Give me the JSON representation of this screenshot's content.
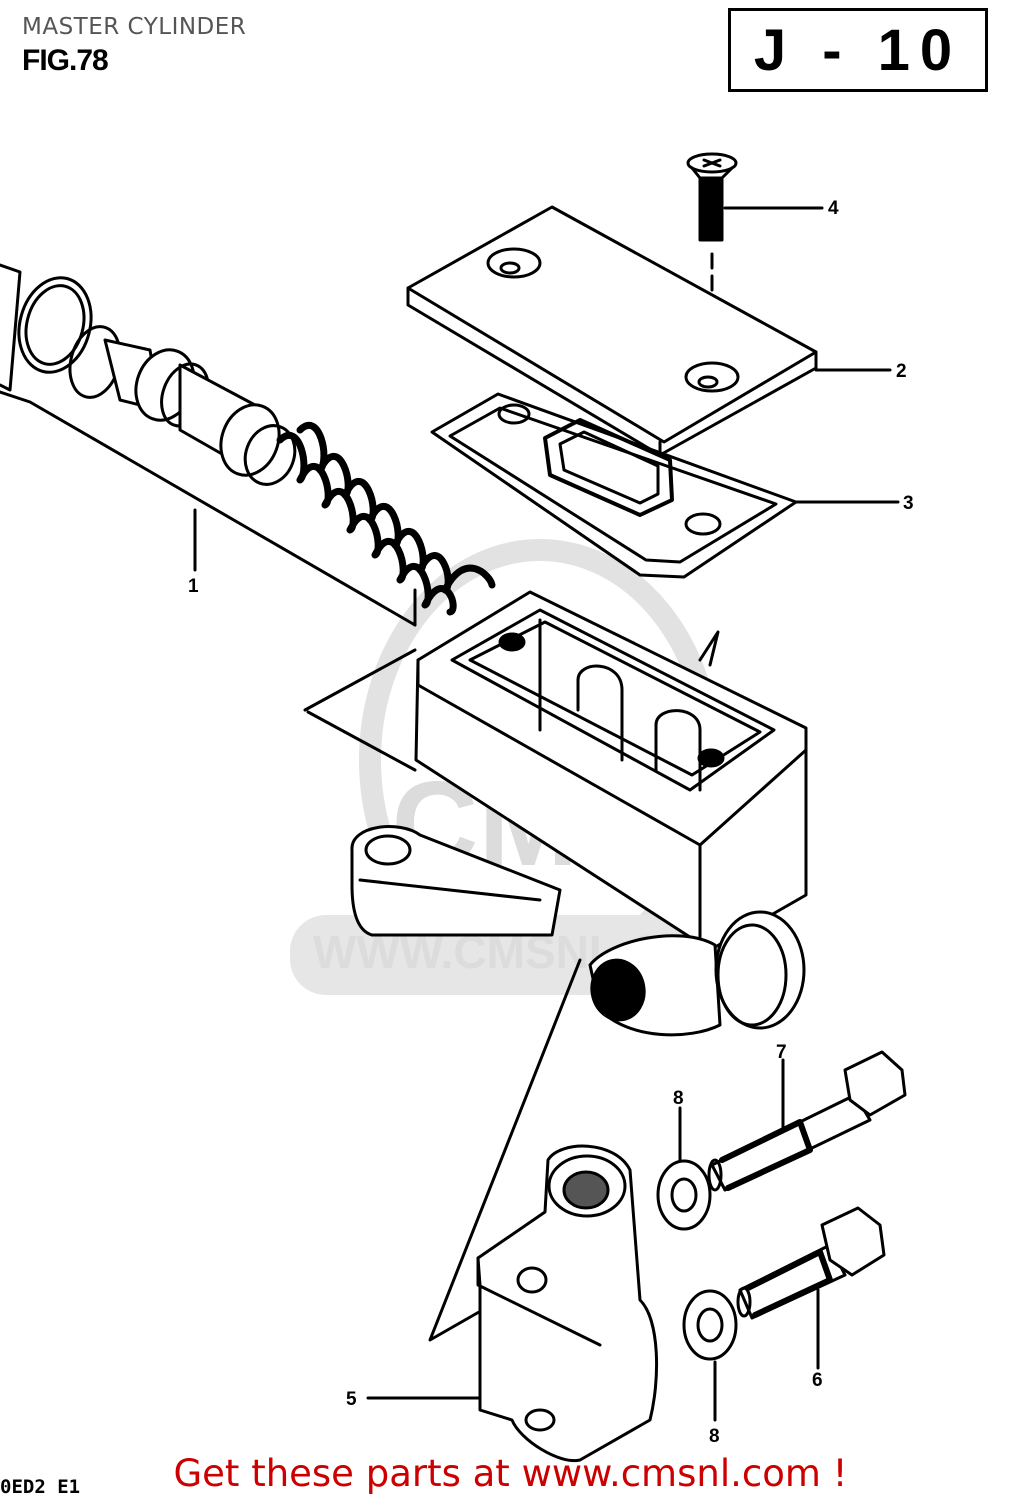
{
  "header": {
    "title": "MASTER CYLINDER",
    "figure": "FIG.78",
    "section": "J - 10"
  },
  "labels": {
    "l1": "1",
    "l2": "2",
    "l3": "3",
    "l4": "4",
    "l5": "5",
    "l6": "6",
    "l7": "7",
    "l8a": "8",
    "l8b": "8"
  },
  "watermark": {
    "logo": "CMS",
    "url": "WWW.CMSNL.COM"
  },
  "footer": {
    "cta": "Get these parts at www.cmsnl.com !",
    "code": "0ED2 E1"
  }
}
